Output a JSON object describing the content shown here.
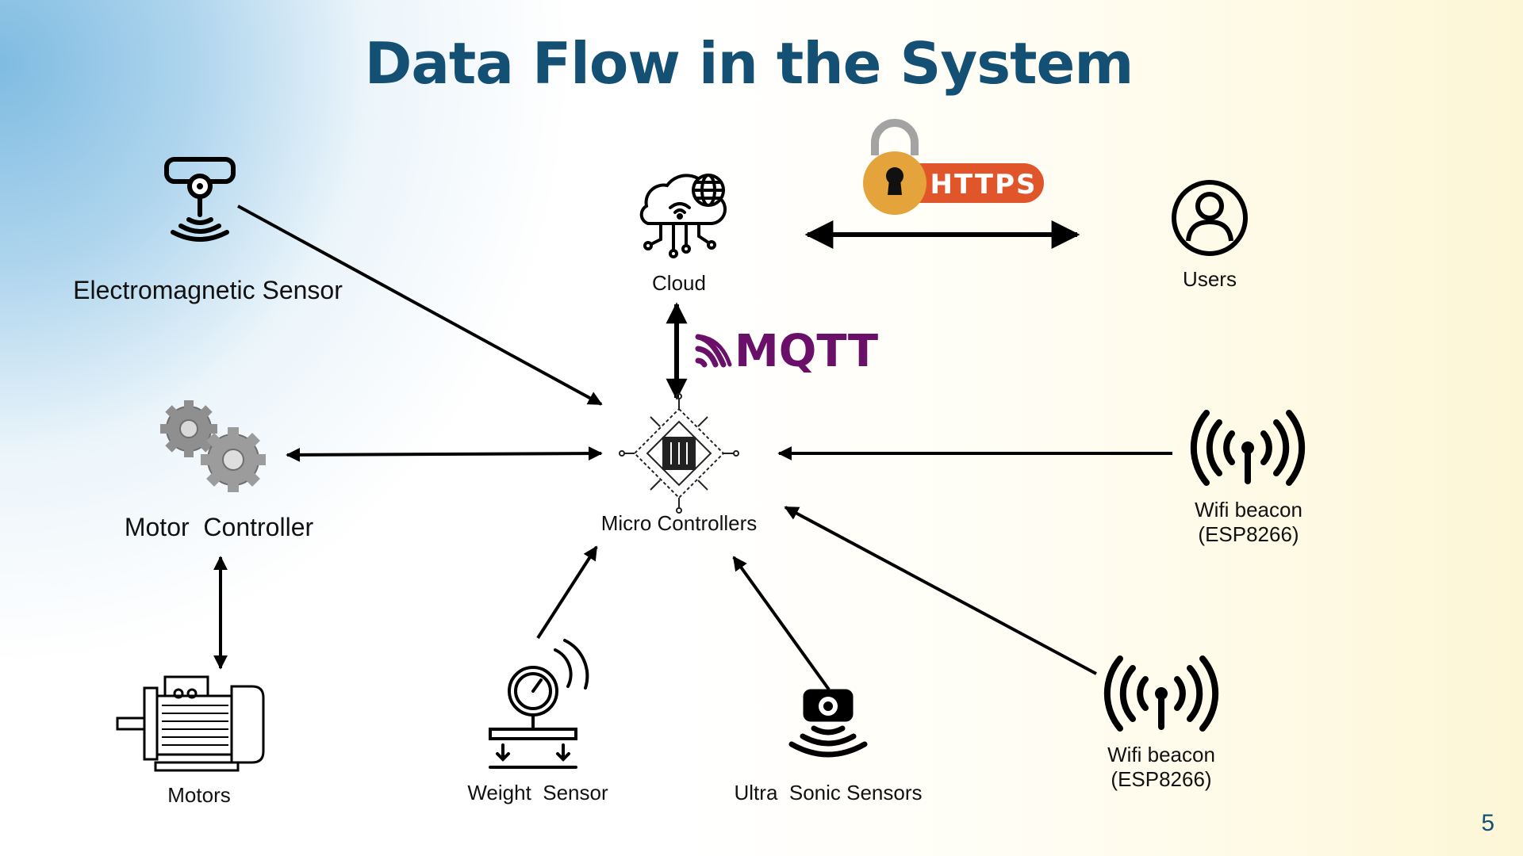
{
  "slide": {
    "title": "Data Flow in the System",
    "page_number": "5"
  },
  "nodes": {
    "electromagnetic_sensor": "Electromagnetic Sensor",
    "cloud": "Cloud",
    "users": "Users",
    "motor_controller": "Motor  Controller",
    "micro_controllers": "Micro Controllers",
    "wifi_beacon_right": [
      "Wifi beacon",
      "(ESP8266)"
    ],
    "motors": "Motors",
    "weight_sensor": "Weight  Sensor",
    "ultrasonic_sensors": "Ultra  Sonic Sensors",
    "wifi_beacon_bottom": [
      "Wifi beacon",
      "(ESP8266)"
    ]
  },
  "protocols": {
    "https": "HTTPS",
    "mqtt": "MQTT"
  },
  "colors": {
    "title": "#144f74",
    "https_badge": "#e0562a",
    "lock_body": "#e4a33b",
    "mqtt": "#6b1068",
    "arrow": "#000000"
  },
  "icons": [
    "sensor-icon",
    "cloud-icon",
    "lock-icon",
    "user-icon",
    "gears-icon",
    "chip-icon",
    "antenna-icon",
    "motor-icon",
    "gauge-icon",
    "camera-icon"
  ]
}
